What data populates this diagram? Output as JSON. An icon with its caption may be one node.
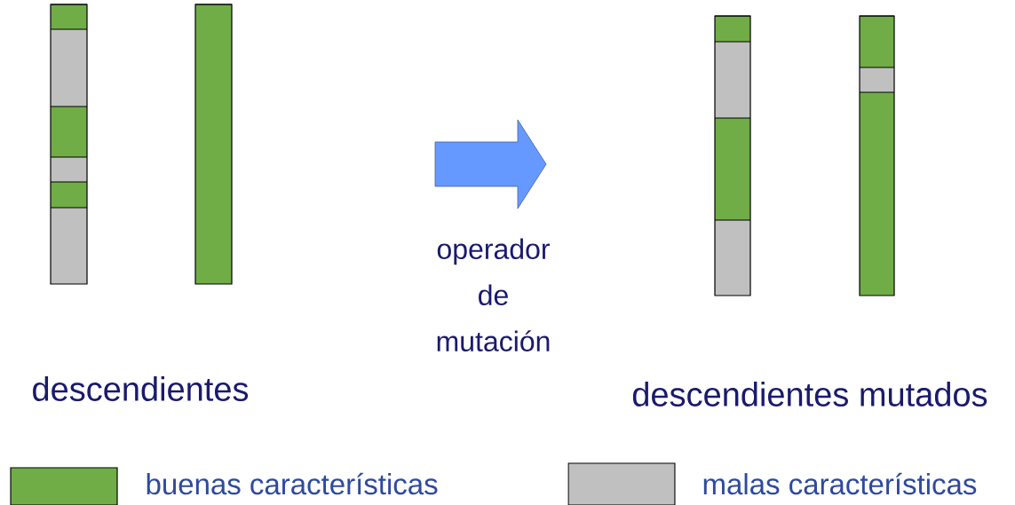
{
  "diagram": {
    "nodes": [
      {
        "text": [],
        "shape": "bar"
      },
      {
        "text": [],
        "shape": "bar"
      },
      {
        "text": [],
        "shape": "arrow",
        "beside": [
          "operador de mutación"
        ]
      },
      {
        "text": [],
        "shape": "bar"
      },
      {
        "text": [],
        "shape": "bar"
      }
    ],
    "labels": [
      "descendientes",
      "descendientes  mutados"
    ],
    "legend": [
      {
        "text": "buenas características",
        "color": "#70ad47"
      },
      {
        "text": "malas características",
        "color": "#c0c0c0"
      }
    ]
  }
}
